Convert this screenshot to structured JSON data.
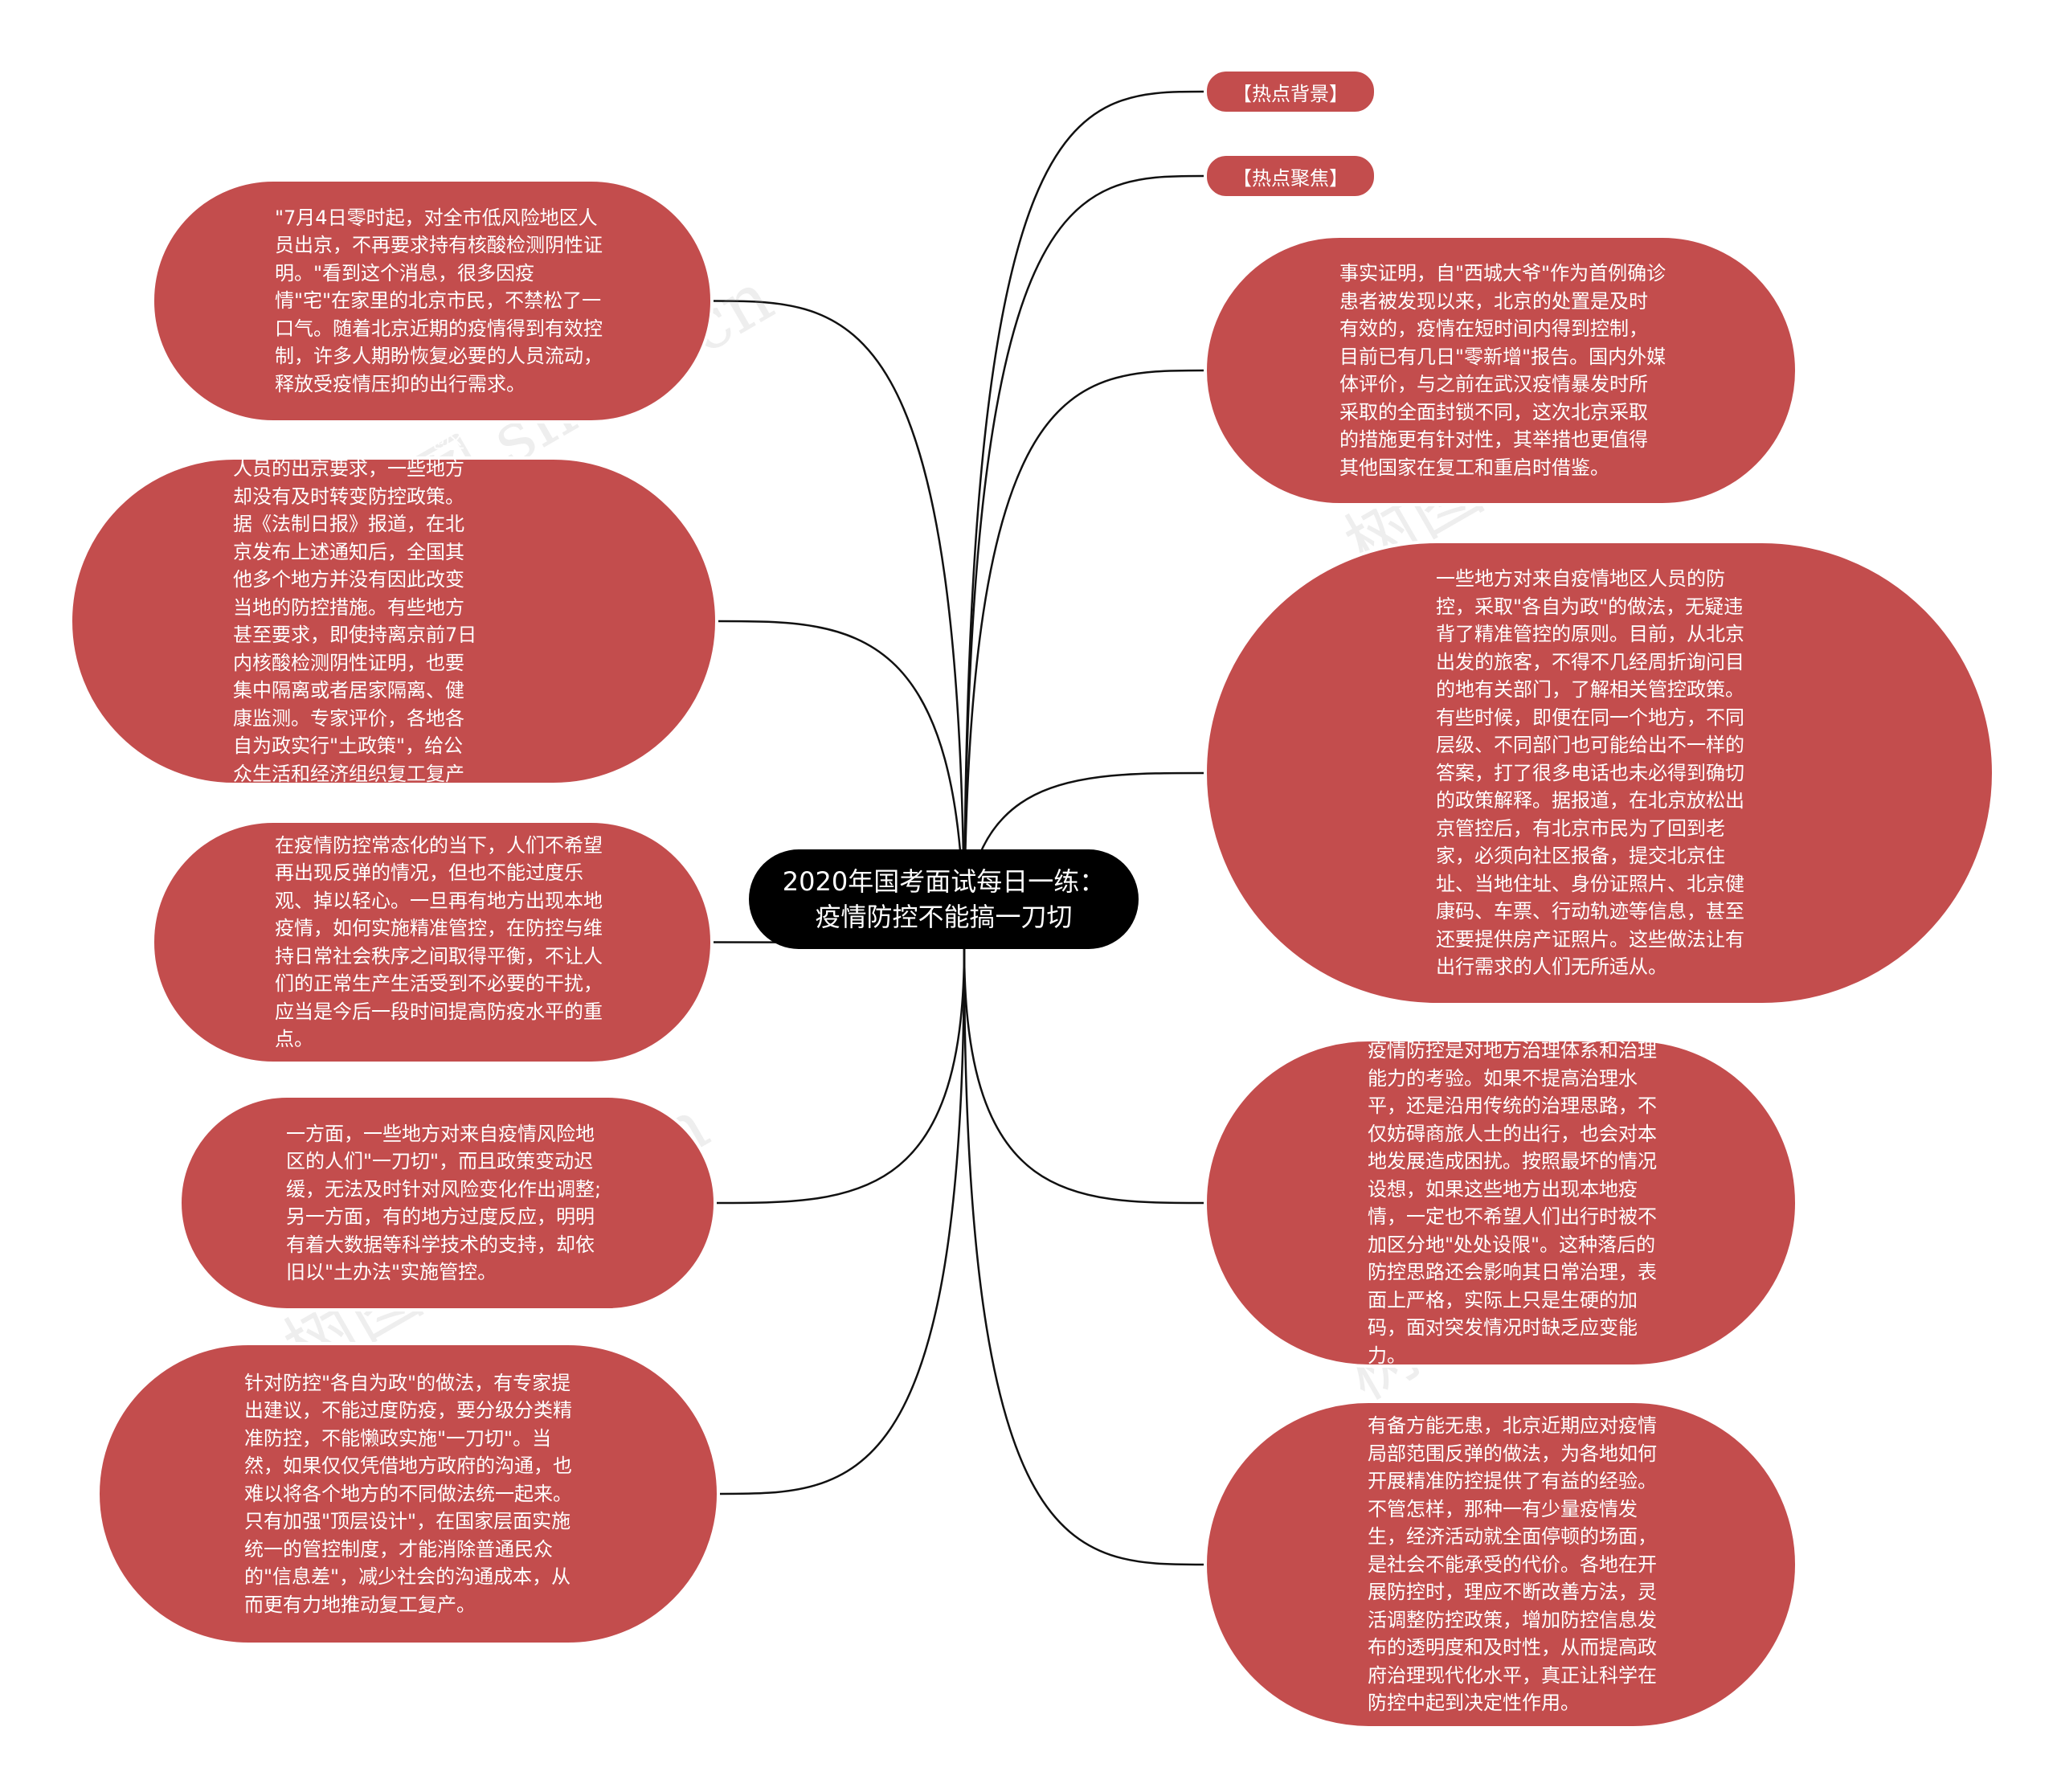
{
  "root": {
    "title": "2020年国考面试每日一练：疫情防控不能搞一刀切"
  },
  "tags": [
    {
      "label": "【热点背景】"
    },
    {
      "label": "【热点聚焦】"
    }
  ],
  "left_nodes": [
    {
      "text": "\"7月4日零时起，对全市低风险地区人员出京，不再要求持有核酸检测阴性证明。\"看到这个消息，很多因疫情\"宅\"在家里的北京市民，不禁松了一口气。随着北京近期的疫情得到有效控制，许多人期盼恢复必要的人员流动，释放受疫情压抑的出行需求。"
    },
    {
      "text": "尽管北京放松对低风险地区人员的出京要求，一些地方却没有及时转变防控政策。据《法制日报》报道，在北京发布上述通知后，全国其他多个地方并没有因此改变当地的防控措施。有些地方甚至要求，即使持离京前7日内核酸检测阴性证明，也要集中隔离或者居家隔离、健康监测。专家评价，各地各自为政实行\"土政策\"，给公众生活和经济组织复工复产带来极大的不便。"
    },
    {
      "text": "在疫情防控常态化的当下，人们不希望再出现反弹的情况，但也不能过度乐观、掉以轻心。一旦再有地方出现本地疫情，如何实施精准管控，在防控与维持日常社会秩序之间取得平衡，不让人们的正常生产生活受到不必要的干扰，应当是今后一段时间提高防疫水平的重点。"
    },
    {
      "text": "一方面，一些地方对来自疫情风险地区的人们\"一刀切\"，而且政策变动迟缓，无法及时针对风险变化作出调整;另一方面，有的地方过度反应，明明有着大数据等科学技术的支持，却依旧以\"土办法\"实施管控。"
    },
    {
      "text": "针对防控\"各自为政\"的做法，有专家提出建议，不能过度防疫，要分级分类精准防控，不能懒政实施\"一刀切\"。当然，如果仅仅凭借地方政府的沟通，也难以将各个地方的不同做法统一起来。只有加强\"顶层设计\"，在国家层面实施统一的管控制度，才能消除普通民众的\"信息差\"，减少社会的沟通成本，从而更有力地推动复工复产。"
    }
  ],
  "right_nodes": [
    {
      "text": "事实证明，自\"西城大爷\"作为首例确诊患者被发现以来，北京的处置是及时有效的，疫情在短时间内得到控制，目前已有几日\"零新增\"报告。国内外媒体评价，与之前在武汉疫情暴发时所采取的全面封锁不同，这次北京采取的措施更有针对性，其举措也更值得其他国家在复工和重启时借鉴。"
    },
    {
      "text": "一些地方对来自疫情地区人员的防控，采取\"各自为政\"的做法，无疑违背了精准管控的原则。目前，从北京出发的旅客，不得不几经周折询问目的地有关部门，了解相关管控政策。有些时候，即便在同一个地方，不同层级、不同部门也可能给出不一样的答案，打了很多电话也未必得到确切的政策解释。据报道，在北京放松出京管控后，有北京市民为了回到老家，必须向社区报备，提交北京住址、当地住址、身份证照片、北京健康码、车票、行动轨迹等信息，甚至还要提供房产证照片。这些做法让有出行需求的人们无所适从。"
    },
    {
      "text": "疫情防控是对地方治理体系和治理能力的考验。如果不提高治理水平，还是沿用传统的治理思路，不仅妨碍商旅人士的出行，也会对本地发展造成困扰。按照最坏的情况设想，如果这些地方出现本地疫情，一定也不希望人们出行时被不加区分地\"处处设限\"。这种落后的防控思路还会影响其日常治理，表面上严格，实际上只是生硬的加码，面对突发情况时缺乏应变能力。"
    },
    {
      "text": "有备方能无患，北京近期应对疫情局部范围反弹的做法，为各地如何开展精准防控提供了有益的经验。不管怎样，那种一有少量疫情发生，经济活动就全面停顿的场面，是社会不能承受的代价。各地在开展防控时，理应不断改善方法，灵活调整防控政策，增加防控信息发布的透明度和及时性，从而提高政府治理现代化水平，真正让科学在防控中起到决定性作用。"
    }
  ],
  "watermark": {
    "text": "树图 shutu.cn"
  },
  "colors": {
    "node_fill": "#c34d4d",
    "root_fill": "#000000",
    "link_stroke": "#111111",
    "background": "#ffffff"
  }
}
